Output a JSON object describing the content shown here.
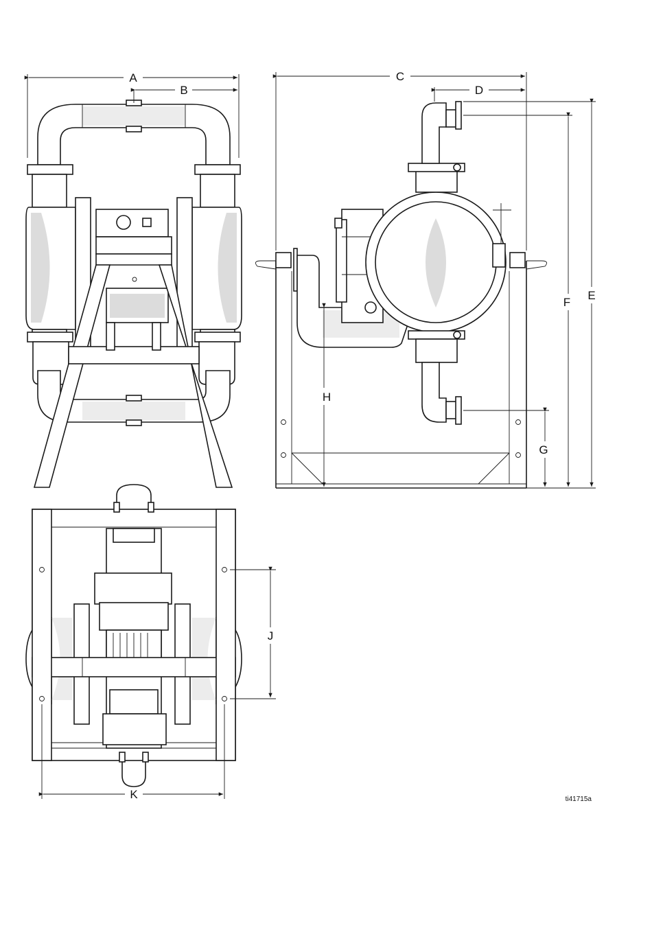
{
  "dimension_labels": {
    "A": "A",
    "B": "B",
    "C": "C",
    "D": "D",
    "E": "E",
    "F": "F",
    "G": "G",
    "H": "H",
    "J": "J",
    "K": "K"
  },
  "reference_id": "ti41715a",
  "colors": {
    "line": "#1a1a1a",
    "shade": "#dcdcdc",
    "background": "#ffffff"
  }
}
